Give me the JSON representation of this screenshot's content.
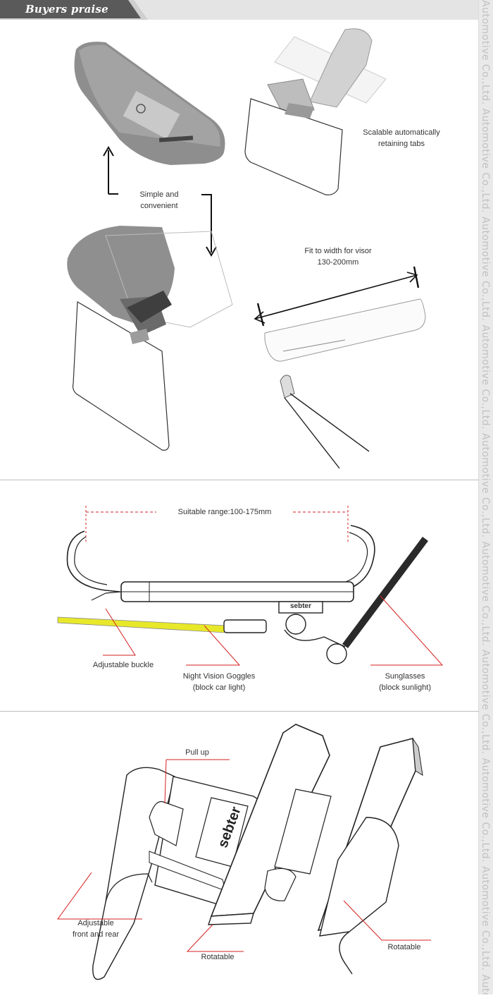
{
  "header": {
    "title": "Buyers praise"
  },
  "watermark": {
    "text": "Automotive Co.,Ltd. Automotive Co.,Ltd. Automotive Co.,Ltd. Automotive Co.,Ltd. Automotive Co.,Ltd. Automotive Co.,Ltd. Automotive Co.,Ltd. Automotive Co.,Ltd. Automotive Co.,Ltd. Automotive"
  },
  "panel1": {
    "scalable_line1": "Scalable automatically",
    "scalable_line2": "retaining tabs",
    "simple_line1": "Simple and",
    "simple_line2": "convenient",
    "fit_line1": "Fit to width for visor",
    "fit_line2": "130-200mm"
  },
  "panel2": {
    "range": "Suitable range:100-175mm",
    "brand": "sebter",
    "buckle": "Adjustable buckle",
    "night_line1": "Night Vision Goggles",
    "night_line2": "(block car light)",
    "sun_line1": "Sunglasses",
    "sun_line2": "(block sunlight)"
  },
  "panel3": {
    "brand": "sebter",
    "pull_up": "Pull up",
    "adjustable_line1": "Adjustable",
    "adjustable_line2": "front and rear",
    "rotatable_left": "Rotatable",
    "rotatable_right": "Rotatable"
  },
  "colors": {
    "header_dark": "#5a5a5a",
    "accent_red": "#d62020",
    "lens_yellow": "#e8e82a"
  }
}
